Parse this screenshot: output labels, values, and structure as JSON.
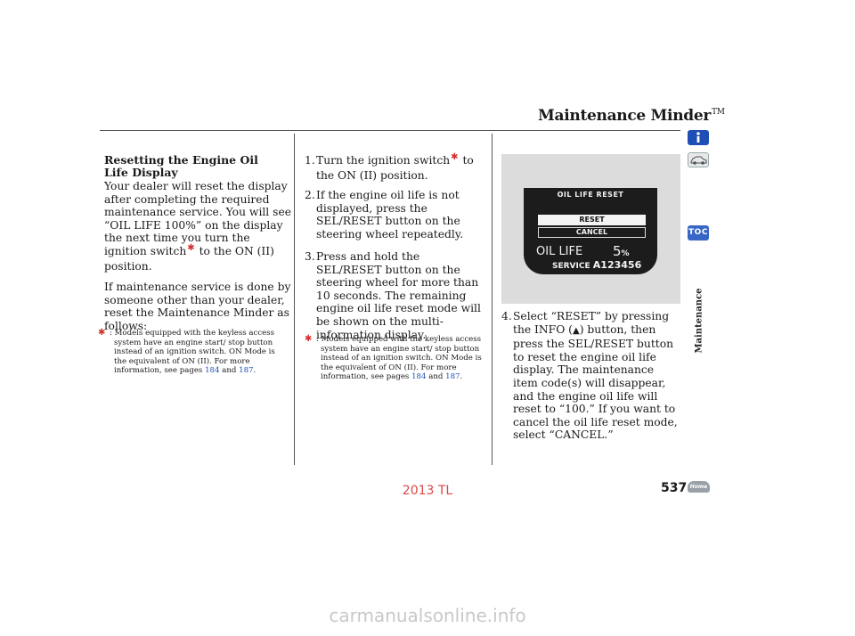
{
  "header": {
    "title": "Maintenance Minder",
    "tm": "TM"
  },
  "left": {
    "heading": "Resetting the Engine Oil Life Display",
    "para1_a": "Your dealer will reset the display after completing the required maintenance service. You will see “OIL LIFE 100%” on the display the next time you turn the ignition switch",
    "para1_b": " to the ON (II) position.",
    "para2": "If maintenance service is done by someone other than your dealer, reset the Maintenance Minder as follows:",
    "footnote": {
      "text": ": Models equipped with the keyless access system have an engine start/ stop button instead of an ignition switch. ON Mode is the equivalent of ON (II). For more information, see pages",
      "link1": "184",
      "and": "and",
      "link2": "187",
      "end": "."
    }
  },
  "middle": {
    "steps": [
      {
        "num": "1.",
        "text_a": "Turn the ignition switch",
        "text_b": " to the ON (II) position."
      },
      {
        "num": "2.",
        "text": "If the engine oil life is not displayed, press the SEL/RESET button on the steering wheel repeatedly."
      },
      {
        "num": "3.",
        "text": "Press and hold the SEL/RESET button on the steering wheel for more than 10 seconds. The remaining engine oil life reset mode will be shown on the multi-information display."
      }
    ],
    "footnote": {
      "text": ": Models equipped with the keyless access system have an engine start/ stop button instead of an ignition switch. ON Mode is the equivalent of ON (II). For more information, see pages",
      "link1": "184",
      "and": "and",
      "link2": "187",
      "end": "."
    }
  },
  "right": {
    "display": {
      "title": "OIL LIFE RESET",
      "reset": "RESET",
      "cancel": "CANCEL",
      "oil_label": "OIL LIFE",
      "oil_value": "5",
      "oil_unit": "%",
      "service_label": "SERVICE",
      "service_code": "A123456"
    },
    "step4": {
      "num": "4.",
      "text_a": "Select “RESET” by pressing the INFO (",
      "arrow": "▲",
      "text_b": ") button, then press the SEL/RESET button to reset the engine oil life display. The maintenance item code(s) will disappear, and the engine oil life will reset to “100.” If you want to cancel the oil life reset mode, select “CANCEL.”"
    }
  },
  "sidebar": {
    "toc_label": "TOC",
    "section_label": "Maintenance"
  },
  "footer": {
    "page_number": "537",
    "home_label": "Home",
    "watermark": "2013 TL",
    "site": "carmanualsonline.info"
  },
  "symbols": {
    "star": "✱"
  },
  "colors": {
    "accent": "#1f4fb5",
    "star": "#d42e2e",
    "watermark": "#d94848"
  }
}
